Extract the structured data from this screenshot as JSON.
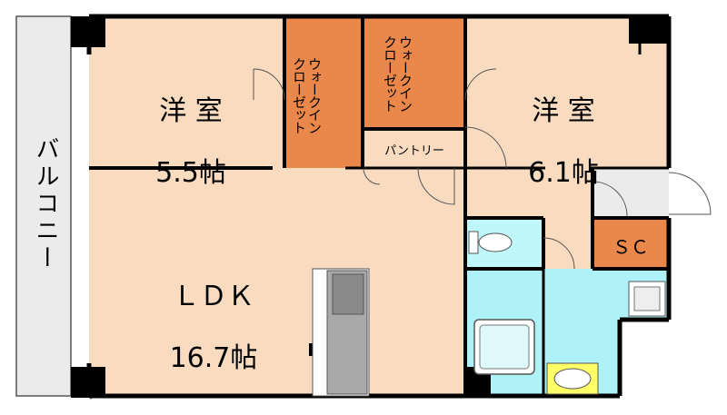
{
  "rooms": {
    "western_left": {
      "name": "洋 室",
      "size": "5.5帖"
    },
    "western_right": {
      "name": "洋 室",
      "size": "6.1帖"
    },
    "ldk": {
      "name": "ＬＤＫ",
      "size": "16.7帖"
    },
    "closet_left": "ウォークイン\nクローゼット",
    "closet_right": "ウォークイン\nクローゼット",
    "pantry": "パントリー",
    "storage": "ＳＣ",
    "balcony": "バルコニー"
  },
  "colors": {
    "room_fill": "#f9dcc0",
    "closet_fill": "#e9884a",
    "wet_fill": "#aef2f7",
    "toilet_fill": "#bff7fb",
    "hall_fill": "#ffffff",
    "balcony_fill": "#ebebeb",
    "wall": "#000000",
    "kitchen_fill": "#a9a9a9",
    "basin_fill": "#ffff66"
  }
}
